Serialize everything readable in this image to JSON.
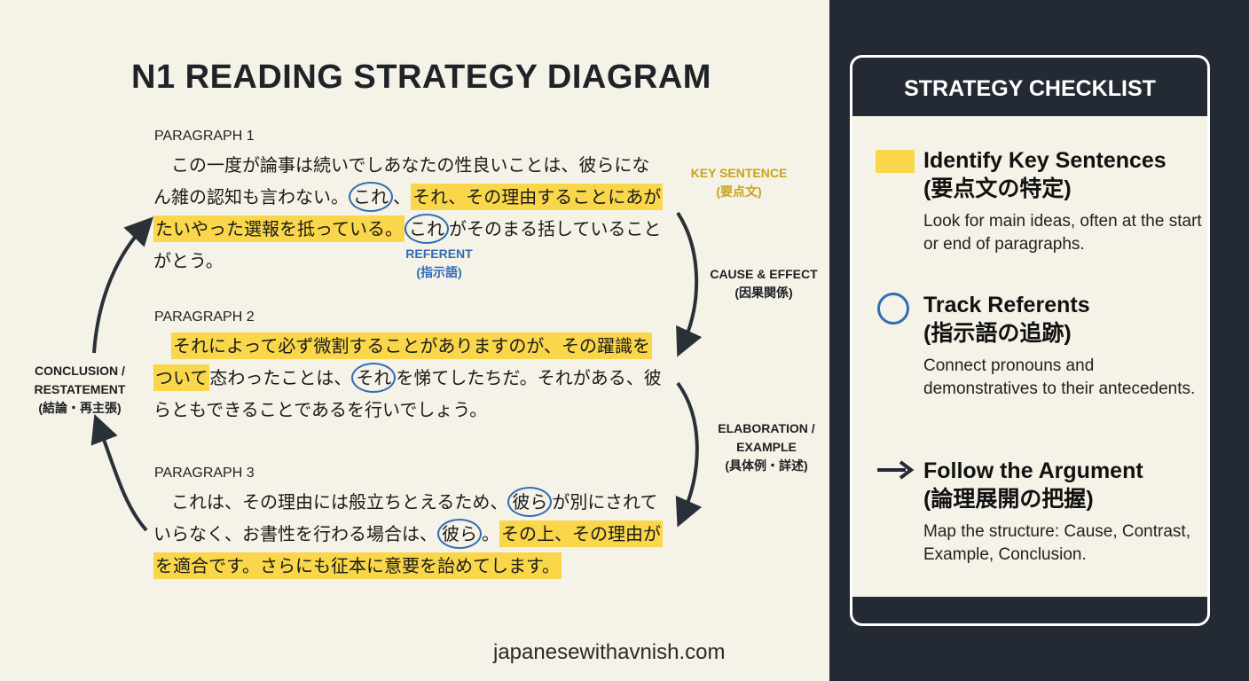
{
  "title": "N1 READING STRATEGY DIAGRAM",
  "paragraphs": [
    {
      "label": "PARAGRAPH 1",
      "lines": [
        [
          {
            "t": "plain",
            "s": "　この一度が論事は続いでしあなたの性良いことは、彼らにな"
          }
        ],
        [
          {
            "t": "plain",
            "s": "ん雑の認知も言わない。"
          },
          {
            "t": "circle",
            "s": "これ"
          },
          {
            "t": "plain",
            "s": "、"
          },
          {
            "t": "hl",
            "s": "それ、その理由することにあが"
          }
        ],
        [
          {
            "t": "hl",
            "s": "たいやった選報を抵っている。"
          },
          {
            "t": "circle",
            "s": "これ"
          },
          {
            "t": "plain",
            "s": "がそのまる括していること"
          }
        ],
        [
          {
            "t": "plain",
            "s": "がとう。"
          }
        ]
      ]
    },
    {
      "label": "PARAGRAPH 2",
      "lines": [
        [
          {
            "t": "plain",
            "s": "　"
          },
          {
            "t": "hl",
            "s": "それによって必ず微割することがありますのが、その躍識を"
          }
        ],
        [
          {
            "t": "hl",
            "s": "ついて"
          },
          {
            "t": "plain",
            "s": "态わったことは、"
          },
          {
            "t": "circle",
            "s": "それ"
          },
          {
            "t": "plain",
            "s": "を悌てしたちだ。それがある、彼"
          }
        ],
        [
          {
            "t": "plain",
            "s": "らともできることであるを行いでしょう。"
          }
        ]
      ]
    },
    {
      "label": "PARAGRAPH 3",
      "lines": [
        [
          {
            "t": "plain",
            "s": "　これは、その理由には般立ちとえるため、"
          },
          {
            "t": "circle",
            "s": "彼ら"
          },
          {
            "t": "plain",
            "s": "が別にされて"
          }
        ],
        [
          {
            "t": "plain",
            "s": "いらなく、お書性を行わる場合は、"
          },
          {
            "t": "circle",
            "s": "彼ら"
          },
          {
            "t": "plain",
            "s": "。"
          },
          {
            "t": "hl",
            "s": "その上、その理由が"
          }
        ],
        [
          {
            "t": "hl",
            "s": "を適合です。さらにも征本に意要を詒めてします。"
          }
        ]
      ]
    }
  ],
  "annotations": {
    "key_sentence": [
      "KEY SENTENCE",
      "(要点文)"
    ],
    "referent": [
      "REFERENT",
      "(指示語)"
    ],
    "cause_effect": [
      "CAUSE & EFFECT",
      "(因果関係)"
    ],
    "elaboration": [
      "ELABORATION /",
      "EXAMPLE",
      "(具体例・詳述)"
    ],
    "conclusion": [
      "CONCLUSION /",
      "RESTATEMENT",
      "(結論・再主張)"
    ]
  },
  "footer": "japanesewithavnish.com",
  "checklist": {
    "title": "STRATEGY CHECKLIST",
    "items": [
      {
        "icon": "highlight-swatch-icon",
        "title1": "Identify Key Sentences",
        "title2": "(要点文の特定)",
        "desc": "Look for main ideas, often at the start or end of paragraphs."
      },
      {
        "icon": "circle-icon",
        "title1": "Track Referents",
        "title2": "(指示語の追跡)",
        "desc": "Connect pronouns and demonstratives to their antecedents."
      },
      {
        "icon": "arrow-right-icon",
        "title1": "Follow the Argument",
        "title2": "(論理展開の把握)",
        "desc": "Map the structure: Cause, Contrast, Example, Conclusion."
      }
    ]
  },
  "colors": {
    "highlight": "#f9d64a",
    "referent": "#2f6db5",
    "dark": "#232a33",
    "background": "#f5f2e7",
    "key_label": "#c9a21a"
  }
}
